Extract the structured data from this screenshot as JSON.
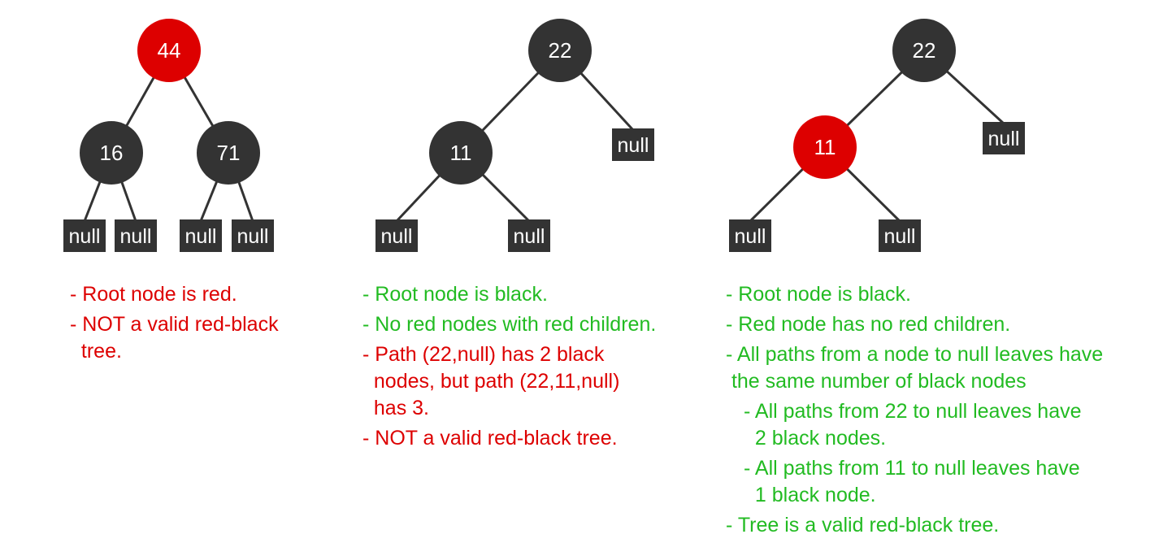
{
  "colors": {
    "black_node": "#333333",
    "red_node": "#dd0000",
    "edge": "#333333",
    "node_text": "#ffffff",
    "ok_text": "#22bb22",
    "bad_text": "#dd0000"
  },
  "trees": [
    {
      "nodes": [
        {
          "id": "a44",
          "label": "44",
          "kind": "circle",
          "color": "red"
        },
        {
          "id": "a16",
          "label": "16",
          "kind": "circle",
          "color": "black"
        },
        {
          "id": "a71",
          "label": "71",
          "kind": "circle",
          "color": "black"
        },
        {
          "id": "an1",
          "label": "null",
          "kind": "leaf",
          "color": "black"
        },
        {
          "id": "an2",
          "label": "null",
          "kind": "leaf",
          "color": "black"
        },
        {
          "id": "an3",
          "label": "null",
          "kind": "leaf",
          "color": "black"
        },
        {
          "id": "an4",
          "label": "null",
          "kind": "leaf",
          "color": "black"
        }
      ],
      "edges": [
        [
          "a44",
          "a16"
        ],
        [
          "a44",
          "a71"
        ],
        [
          "a16",
          "an1"
        ],
        [
          "a16",
          "an2"
        ],
        [
          "a71",
          "an3"
        ],
        [
          "a71",
          "an4"
        ]
      ],
      "notes": [
        {
          "text": "- Root node is red.",
          "status": "bad"
        },
        {
          "text": "- NOT a valid red-black\n  tree.",
          "status": "bad"
        }
      ]
    },
    {
      "nodes": [
        {
          "id": "b22",
          "label": "22",
          "kind": "circle",
          "color": "black"
        },
        {
          "id": "b11",
          "label": "11",
          "kind": "circle",
          "color": "black"
        },
        {
          "id": "bn0",
          "label": "null",
          "kind": "leaf",
          "color": "black"
        },
        {
          "id": "bn1",
          "label": "null",
          "kind": "leaf",
          "color": "black"
        },
        {
          "id": "bn2",
          "label": "null",
          "kind": "leaf",
          "color": "black"
        }
      ],
      "edges": [
        [
          "b22",
          "b11"
        ],
        [
          "b22",
          "bn0"
        ],
        [
          "b11",
          "bn1"
        ],
        [
          "b11",
          "bn2"
        ]
      ],
      "notes": [
        {
          "text": "- Root node is black.",
          "status": "ok"
        },
        {
          "text": "- No red nodes with red children.",
          "status": "ok"
        },
        {
          "text": "- Path (22,null) has 2 black\n  nodes, but path (22,11,null)\n  has 3.",
          "status": "bad"
        },
        {
          "text": "- NOT a valid red-black tree.",
          "status": "bad"
        }
      ]
    },
    {
      "nodes": [
        {
          "id": "c22",
          "label": "22",
          "kind": "circle",
          "color": "black"
        },
        {
          "id": "c11",
          "label": "11",
          "kind": "circle",
          "color": "red"
        },
        {
          "id": "cn0",
          "label": "null",
          "kind": "leaf",
          "color": "black"
        },
        {
          "id": "cn1",
          "label": "null",
          "kind": "leaf",
          "color": "black"
        },
        {
          "id": "cn2",
          "label": "null",
          "kind": "leaf",
          "color": "black"
        }
      ],
      "edges": [
        [
          "c22",
          "c11"
        ],
        [
          "c22",
          "cn0"
        ],
        [
          "c11",
          "cn1"
        ],
        [
          "c11",
          "cn2"
        ]
      ],
      "notes": [
        {
          "text": "- Root node is black.",
          "status": "ok"
        },
        {
          "text": "- Red node has no red children.",
          "status": "ok"
        },
        {
          "text": "- All paths from a node to null leaves have\n the same number of black nodes",
          "status": "ok"
        },
        {
          "text": "- All paths from 22 to null leaves have\n  2 black nodes.",
          "status": "ok",
          "sub": true
        },
        {
          "text": "- All paths from 11 to null leaves have\n  1 black node.",
          "status": "ok",
          "sub": true
        },
        {
          "text": "- Tree is a valid red-black tree.",
          "status": "ok"
        }
      ]
    }
  ]
}
